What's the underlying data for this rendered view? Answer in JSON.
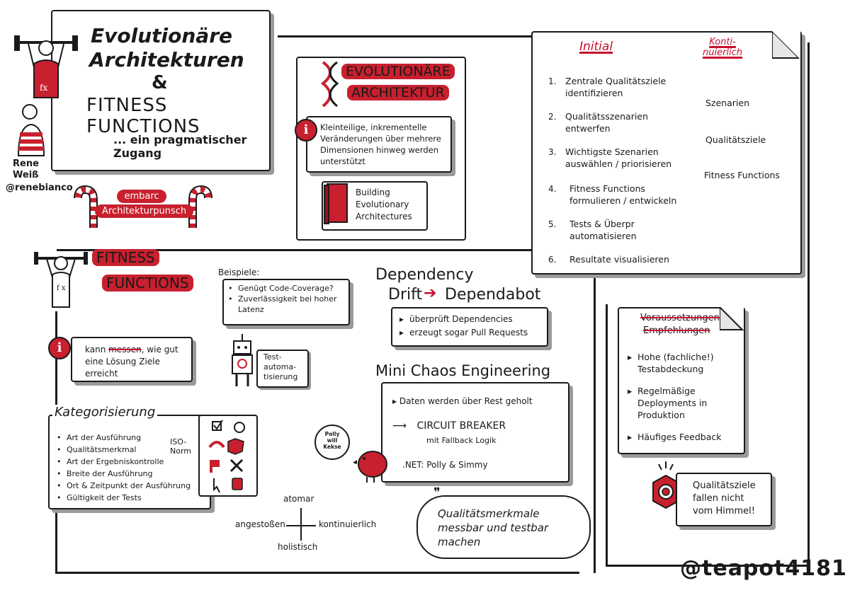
{
  "title": {
    "line1": "Evolutionäre",
    "line2": "Architekturen",
    "amp": "&",
    "line3": "FITNESS FUNCTIONS",
    "subtitle": "... ein pragmatischer Zugang"
  },
  "author": {
    "first": "Rene",
    "last": "Weiß",
    "handle": "@renebianco"
  },
  "event": {
    "line1": "embarc",
    "line2": "Architekturpunsch"
  },
  "evo": {
    "heading1": "EVOLUTIONÄRE",
    "heading2": "ARCHITEKTUR",
    "info": "Kleinteilige, inkrementelle Veränderungen über mehrere Dimensionen hinweg werden unterstützt",
    "book": "Building Evolutionary Architectures"
  },
  "steps": {
    "initial_label": "Initial",
    "continuous_label": "Konti-\nnuierlich",
    "items": [
      {
        "num": "1.",
        "text": "Zentrale Qualitätsziele identifizieren"
      },
      {
        "num": "2.",
        "text": "Qualitätsszenarien entwerfen"
      },
      {
        "num": "3.",
        "text": "Wichtigste Szenarien auswählen / priorisieren"
      },
      {
        "num": "4.",
        "text": "Fitness Functions formulieren / entwickeln"
      },
      {
        "num": "5.",
        "text": "Tests & Überpr automatisieren"
      },
      {
        "num": "6.",
        "text": "Resultate visualisieren"
      }
    ],
    "continuous_items": [
      "Szenarien",
      "Qualitätsziele",
      "Fitness Functions"
    ]
  },
  "fitness": {
    "line1": "FITNESS",
    "line2": "FUNCTIONS",
    "fx": "f x"
  },
  "beispiele": {
    "title": "Beispiele:",
    "items": [
      "Genügt Code-Coverage?",
      "Zuverlässigkeit bei hoher Latenz"
    ]
  },
  "measure": {
    "pre": "kann",
    "word": "messen",
    "post": ", wie gut eine Lösung Ziele erreicht"
  },
  "robot_label": "Test-\nautoma-\ntisierung",
  "kategorisierung": {
    "title": "Kategorisierung",
    "items": [
      "Art der Ausführung",
      "Qualitätsmerkmal",
      "Art der Ergebniskontrolle",
      "Breite der Ausführung",
      "Ort & Zeitpunkt der Ausführung",
      "Gültigkeit der Tests"
    ],
    "iso": "ISO-\nNorm"
  },
  "dependency": {
    "line1": "Dependency",
    "drift": "Drift",
    "dependabot": "Dependabot",
    "items": [
      "überprüft Dependencies",
      "erzeugt sogar Pull Requests"
    ]
  },
  "chaos": {
    "title": "Mini Chaos Engineering",
    "item1": "Daten werden über Rest geholt",
    "cb": "CIRCUIT BREAKER",
    "cb_sub": "mit Fallback Logik",
    "net": ".NET:  Polly & Simmy",
    "bird": "Polly\nwill\nKekse"
  },
  "axes": {
    "top": "atomar",
    "left": "angestoßen",
    "right": "kontinuierlich",
    "bottom": "holistisch"
  },
  "quote": {
    "mark": "❞",
    "text": "Qualitätsmerkmale messbar und testbar machen"
  },
  "prereq": {
    "title1": "Voraussetzungen",
    "title2": "Empfehlungen",
    "items": [
      "Hohe (fachliche!) Testabdeckung",
      "Regelmäßige Deployments in Produktion",
      "Häufiges Feedback"
    ]
  },
  "target": {
    "text": "Qualitätsziele fallen nicht vom Himmel!"
  },
  "footer": {
    "handle": "@teapot4181"
  },
  "colors": {
    "accent": "#c8202e",
    "ink": "#1a1a1a",
    "shadow": "#9a9a9a"
  }
}
